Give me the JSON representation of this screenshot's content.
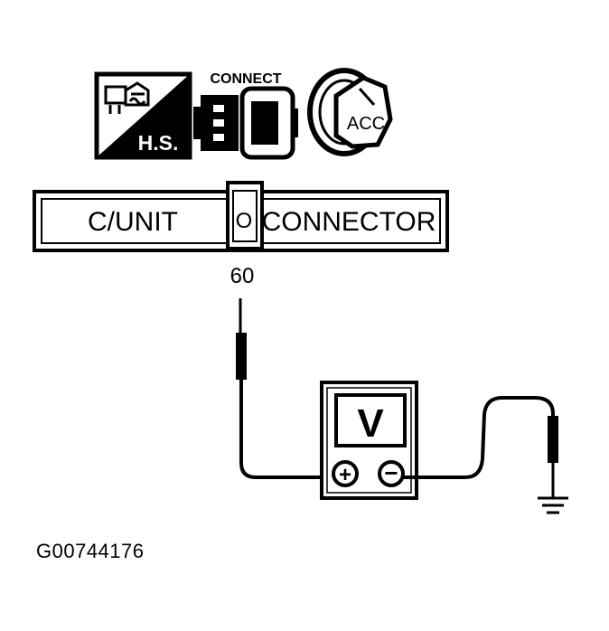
{
  "icons": {
    "hs_label": "H.S.",
    "connect_label": "CONNECT",
    "key_label": "ACC"
  },
  "connector_bar": {
    "left_label": "C/UNIT",
    "center_label": "O",
    "right_label": "CONNECTOR",
    "pin_number": "60"
  },
  "meter": {
    "display_label": "V",
    "positive_label": "+",
    "negative_label": "−"
  },
  "figure_id": "G00744176",
  "colors": {
    "ink": "#000000",
    "paper": "#ffffff"
  }
}
